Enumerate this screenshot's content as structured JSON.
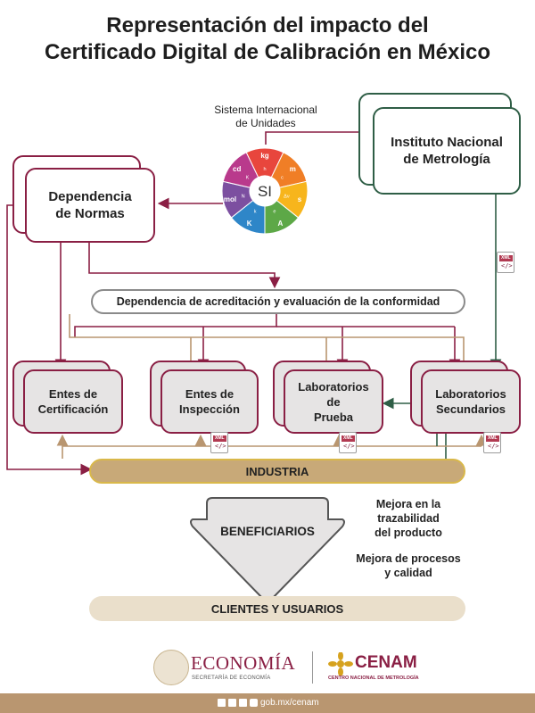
{
  "title": {
    "line1": "Representación del impacto del",
    "line2": "Certificado Digital de Calibración en México"
  },
  "si": {
    "caption_line1": "Sistema Internacional",
    "caption_line2": "de Unidades",
    "center": "SI",
    "units": [
      "kg",
      "m",
      "s",
      "A",
      "K",
      "mol",
      "cd"
    ],
    "constants": [
      "h",
      "c",
      "Δν",
      "e",
      "k",
      "N",
      "K"
    ],
    "colors": [
      "#e8463d",
      "#f07e26",
      "#f7b51c",
      "#5da847",
      "#2e86c8",
      "#7c4fa0",
      "#b93a8c"
    ]
  },
  "nodes": {
    "inm": {
      "line1": "Instituto Nacional",
      "line2": "de Metrología"
    },
    "dnorm": {
      "line1": "Dependencia",
      "line2": "de Normas"
    },
    "acred": "Dependencia de acreditación y evaluación de la conformidad",
    "entes_cert": {
      "line1": "Entes de",
      "line2": "Certificación"
    },
    "entes_insp": {
      "line1": "Entes de",
      "line2": "Inspección"
    },
    "lab_prueba": {
      "line1": "Laboratorios de",
      "line2": "Prueba"
    },
    "lab_sec": {
      "line1": "Laboratorios",
      "line2": "Secundarios"
    },
    "industria": "INDUSTRIA",
    "beneficiarios": "BENEFICIARIOS",
    "clientes": "CLIENTES Y USUARIOS"
  },
  "xml_tag": "XML",
  "notes": {
    "mejora1_l1": "Mejora en la",
    "mejora1_l2": "trazabilidad",
    "mejora1_l3": "del producto",
    "mejora2_l1": "Mejora de procesos",
    "mejora2_l2": "y calidad"
  },
  "logos": {
    "economia": "ECONOMÍA",
    "economia_sub": "SECRETARÍA DE ECONOMÍA",
    "cenam": "CENAM",
    "cenam_sub": "CENTRO NACIONAL DE METROLOGÍA"
  },
  "footer": {
    "url": "gob.mx/cenam"
  },
  "colors": {
    "maroon": "#8a1f44",
    "green": "#2f5e46",
    "gold": "#b99670",
    "industria": "#c8a978",
    "clientes": "#eadfcb"
  }
}
